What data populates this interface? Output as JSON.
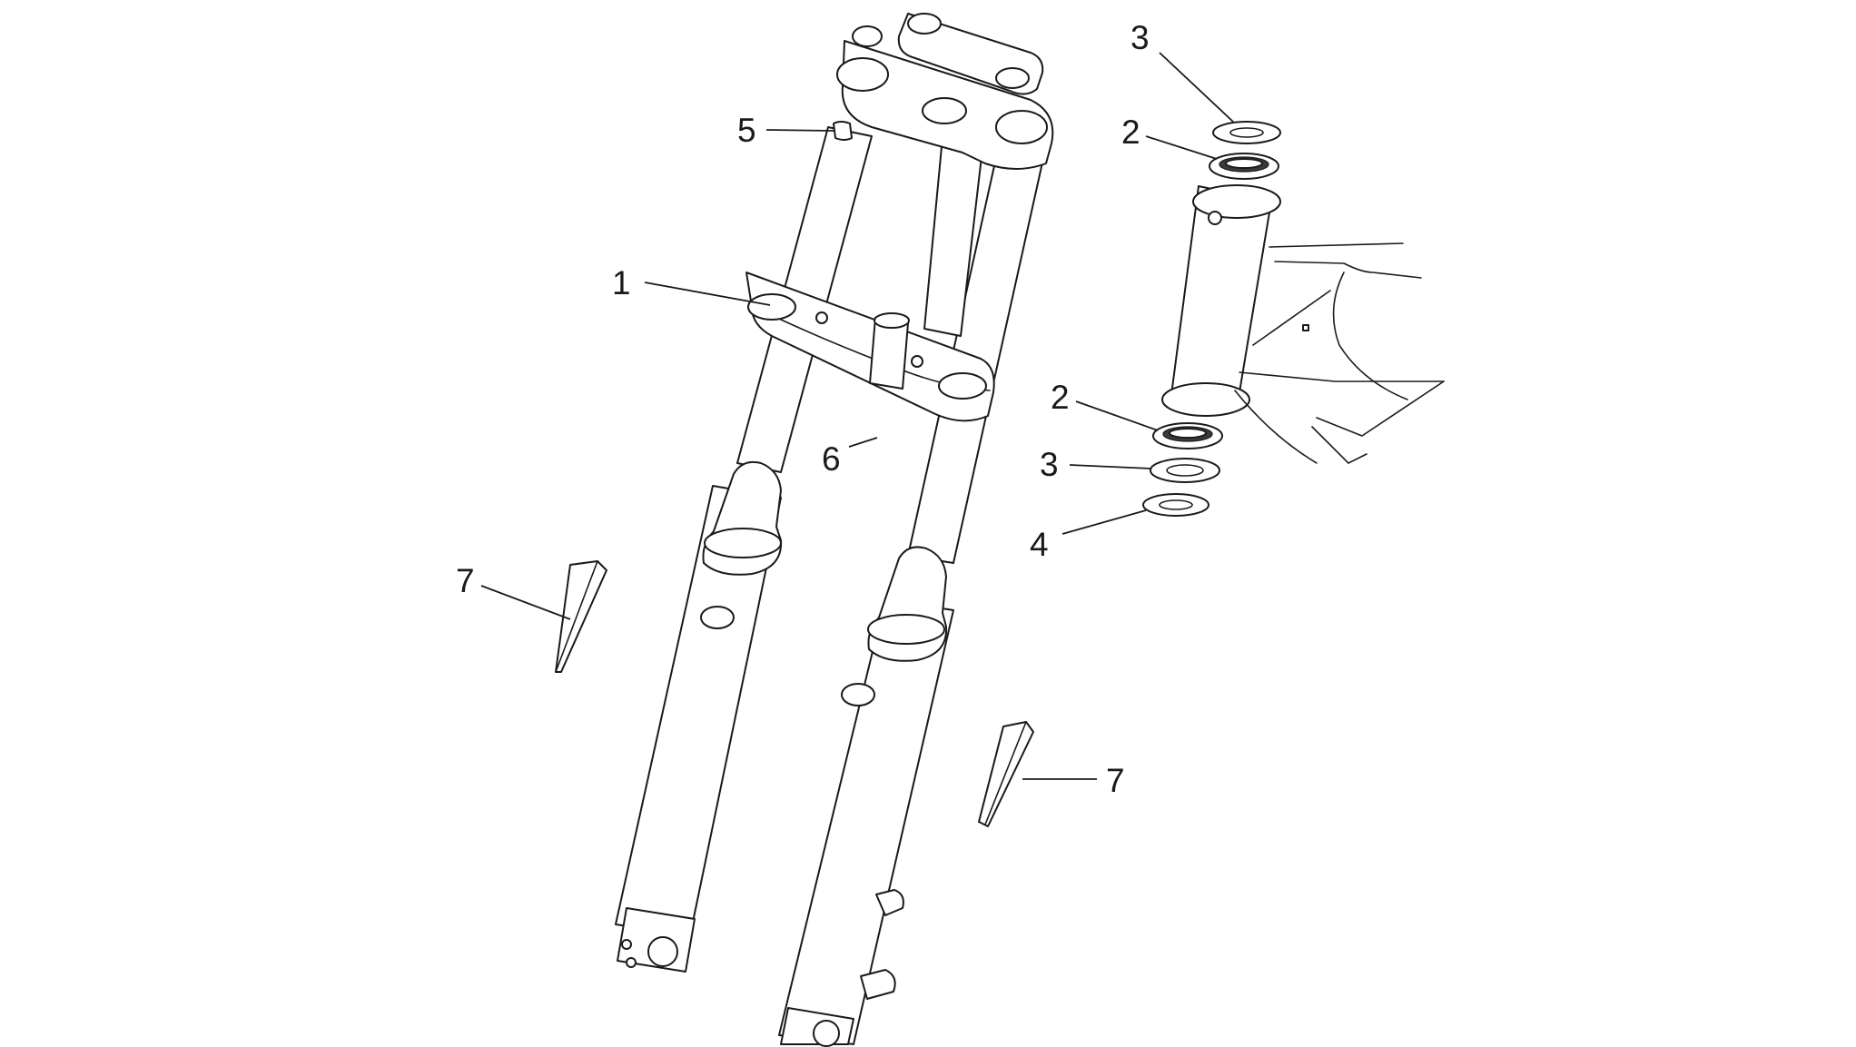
{
  "callouts": [
    {
      "id": "c1",
      "label": "1"
    },
    {
      "id": "c2a",
      "label": "2"
    },
    {
      "id": "c2b",
      "label": "2"
    },
    {
      "id": "c3a",
      "label": "3"
    },
    {
      "id": "c3b",
      "label": "3"
    },
    {
      "id": "c4",
      "label": "4"
    },
    {
      "id": "c5",
      "label": "5"
    },
    {
      "id": "c6",
      "label": "6"
    },
    {
      "id": "c7a",
      "label": "7"
    },
    {
      "id": "c7b",
      "label": "7"
    }
  ],
  "colors": {
    "line": "#1a1a1a",
    "background": "#ffffff"
  }
}
